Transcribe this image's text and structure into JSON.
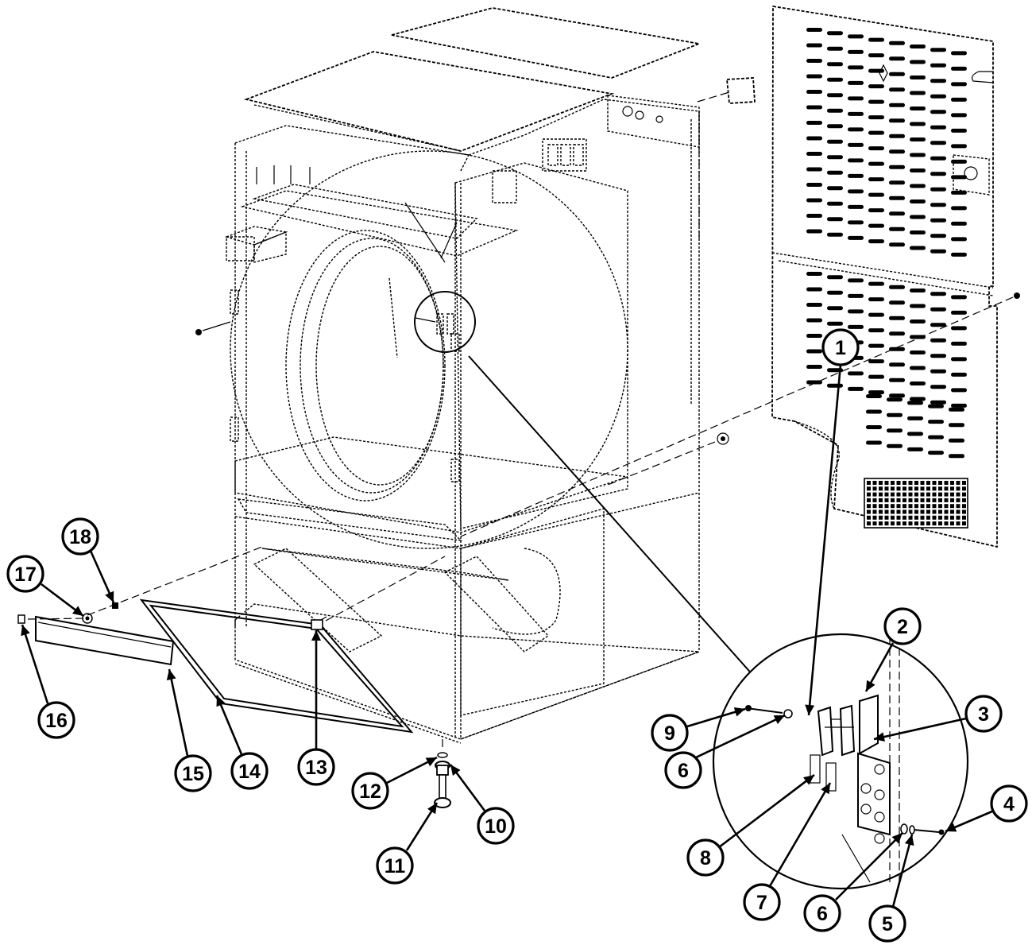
{
  "callouts": [
    {
      "id": "c1",
      "label": "1"
    },
    {
      "id": "c2",
      "label": "2"
    },
    {
      "id": "c3",
      "label": "3"
    },
    {
      "id": "c4",
      "label": "4"
    },
    {
      "id": "c5",
      "label": "5"
    },
    {
      "id": "c6a",
      "label": "6"
    },
    {
      "id": "c6b",
      "label": "6"
    },
    {
      "id": "c7",
      "label": "7"
    },
    {
      "id": "c8",
      "label": "8"
    },
    {
      "id": "c9",
      "label": "9"
    },
    {
      "id": "c10",
      "label": "10"
    },
    {
      "id": "c11",
      "label": "11"
    },
    {
      "id": "c12",
      "label": "12"
    },
    {
      "id": "c13",
      "label": "13"
    },
    {
      "id": "c14",
      "label": "14"
    },
    {
      "id": "c15",
      "label": "15"
    },
    {
      "id": "c16",
      "label": "16"
    },
    {
      "id": "c17",
      "label": "17"
    },
    {
      "id": "c18",
      "label": "18"
    }
  ]
}
